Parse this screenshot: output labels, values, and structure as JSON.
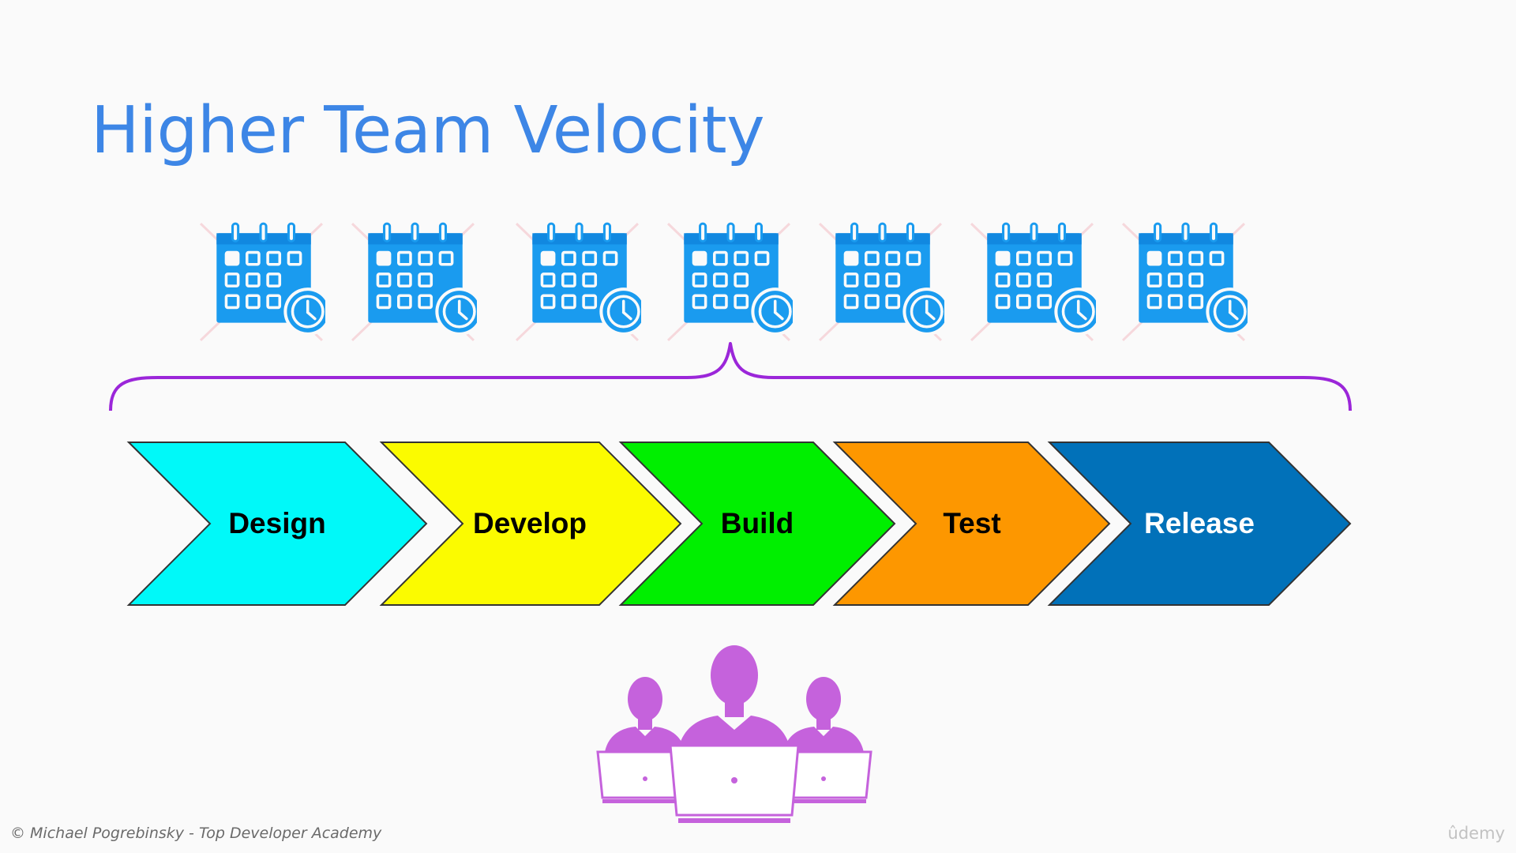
{
  "slide": {
    "title": "Higher Team Velocity",
    "credit": "© Michael Pogrebinsky - Top Developer Academy",
    "brand": "ûdemy"
  },
  "calendars": {
    "count": 7,
    "icon": "calendar-clock-icon",
    "color": "#1a9bef",
    "crossed_out_marker_color": "#f6d8dc"
  },
  "brace": {
    "icon": "curly-brace",
    "color": "#9b26d9"
  },
  "stages": [
    {
      "label": "Design",
      "color": "#00f9f9",
      "text_color": "#000000"
    },
    {
      "label": "Develop",
      "color": "#fbfb00",
      "text_color": "#000000"
    },
    {
      "label": "Build",
      "color": "#00ef00",
      "text_color": "#000000"
    },
    {
      "label": "Test",
      "color": "#fd9700",
      "text_color": "#000000"
    },
    {
      "label": "Release",
      "color": "#0171b9",
      "text_color": "#ffffff"
    }
  ],
  "team": {
    "icon": "team-with-laptops-icon",
    "color": "#c562dc"
  }
}
